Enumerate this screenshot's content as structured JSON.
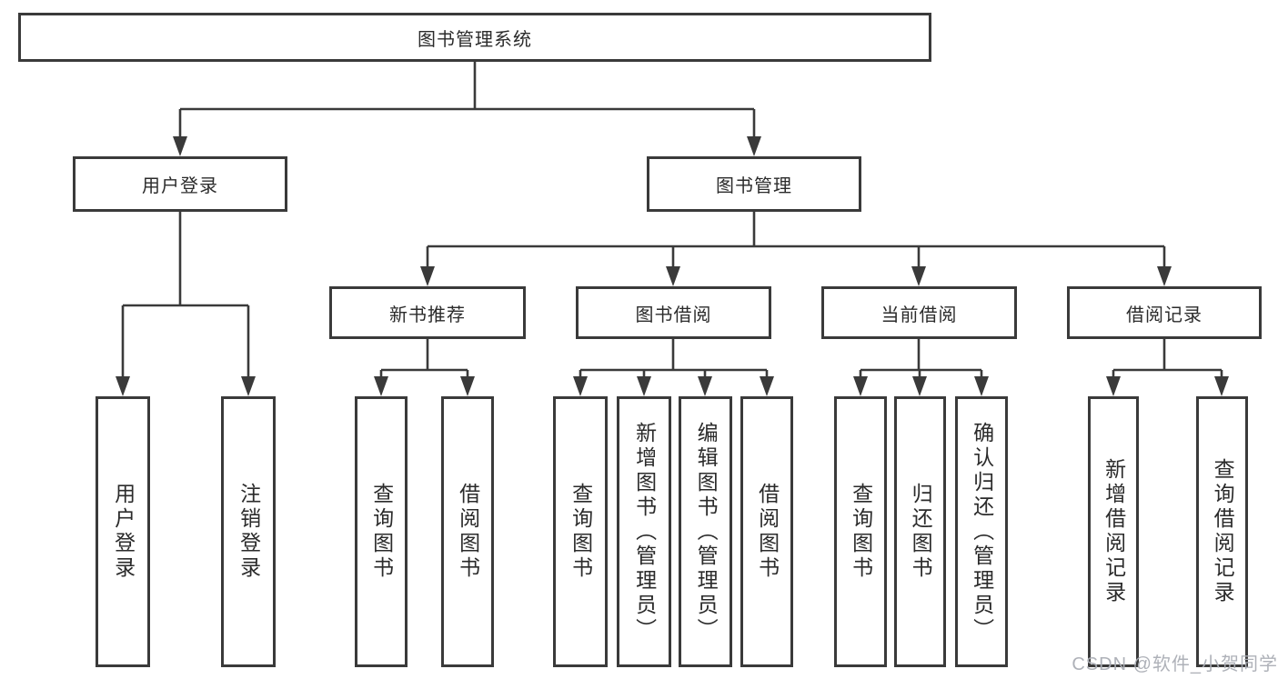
{
  "diagram": {
    "root": {
      "label": "图书管理系统"
    },
    "level2": [
      {
        "id": "user-login",
        "label": "用户登录"
      },
      {
        "id": "book-management",
        "label": "图书管理"
      }
    ],
    "level3": [
      {
        "id": "new-book-recommend",
        "label": "新书推荐",
        "parent": "图书管理"
      },
      {
        "id": "book-borrowing",
        "label": "图书借阅",
        "parent": "图书管理"
      },
      {
        "id": "current-borrowing",
        "label": "当前借阅",
        "parent": "图书管理"
      },
      {
        "id": "borrowing-records",
        "label": "借阅记录",
        "parent": "图书管理"
      }
    ],
    "leaves": [
      {
        "id": "leaf-user-login",
        "label": "用户登录",
        "parent": "用户登录"
      },
      {
        "id": "leaf-logout",
        "label": "注销登录",
        "parent": "用户登录"
      },
      {
        "id": "leaf-rec-query-books",
        "label": "查询图书",
        "parent": "新书推荐"
      },
      {
        "id": "leaf-rec-borrow-books",
        "label": "借阅图书",
        "parent": "新书推荐"
      },
      {
        "id": "leaf-bb-query-books",
        "label": "查询图书",
        "parent": "图书借阅"
      },
      {
        "id": "leaf-bb-add-books",
        "label": "新增图书（管理员）",
        "parent": "图书借阅"
      },
      {
        "id": "leaf-bb-edit-books",
        "label": "编辑图书（管理员）",
        "parent": "图书借阅"
      },
      {
        "id": "leaf-bb-borrow-books",
        "label": "借阅图书",
        "parent": "图书借阅"
      },
      {
        "id": "leaf-cb-query-books",
        "label": "查询图书",
        "parent": "当前借阅"
      },
      {
        "id": "leaf-cb-return-books",
        "label": "归还图书",
        "parent": "当前借阅"
      },
      {
        "id": "leaf-cb-confirm-return",
        "label": "确认归还（管理员）",
        "parent": "当前借阅"
      },
      {
        "id": "leaf-br-add-record",
        "label": "新增借阅记录",
        "parent": "借阅记录"
      },
      {
        "id": "leaf-br-query-record",
        "label": "查询借阅记录",
        "parent": "借阅记录"
      }
    ]
  },
  "watermark": {
    "text": "CSDN @软件_小贺同学"
  },
  "colors": {
    "line": "#3a3a3a",
    "text": "#2b2b2b",
    "watermark": "#aaadb4",
    "background": "#ffffff"
  }
}
